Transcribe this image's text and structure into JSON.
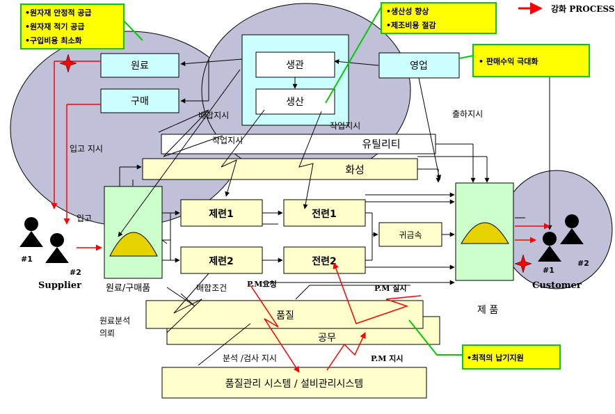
{
  "legend": {
    "label": "강화 PROCESS"
  },
  "callouts": {
    "supply": [
      "•원자재 안정적 공급",
      "•원자재 적기 공급",
      "•구입비용 최소화"
    ],
    "production": [
      "•생산성 향상",
      "•제조비용 절감"
    ],
    "sales": [
      "• 판매수익 극대화"
    ],
    "delivery": [
      "•최적의 납기지원"
    ]
  },
  "boxes": {
    "raw_material": "원료",
    "purchasing": "구매",
    "production_control": "생관",
    "production": "생산",
    "sales": "영업",
    "utility": "유틸리티",
    "formation": "화성",
    "refining1": "제련1",
    "refining2": "제련2",
    "electro1": "전련1",
    "electro2": "전련2",
    "precious_metal": "귀금속",
    "quality": "품질",
    "engineering": "공무",
    "qms": "품질관리 시스템 / 설비관리시스템"
  },
  "labels": {
    "stock_in_order": "입고 지시",
    "stock_in": "입고",
    "mix_order": "배합지시",
    "work_order_top": "작업지시",
    "work_order": "작업지시",
    "ship_order": "출하지시",
    "raw_purchased": "원료/구매품",
    "mix_condition": "배합조건",
    "pm_request": "P.M요청",
    "pm_execute": "P.M 실시",
    "raw_analysis_request": "원료분석\n의뢰",
    "analysis_order": "분석 /검사 지시",
    "pm_order": "P.M 지시",
    "product": "제 품",
    "supplier": "Supplier",
    "customer": "Customer",
    "supplier_n1": "#1",
    "supplier_n2": "#2",
    "customer_n1": "#1",
    "customer_n2": "#2"
  },
  "colors": {
    "box_fill": "#ffffcc",
    "cyan_fill": "#ccffff",
    "green_fill": "#ccffcc",
    "callout_fill": "#ffff00",
    "callout_border": "#00cc00",
    "circle_fill": "#c0c0d8",
    "red": "#ff0000"
  }
}
